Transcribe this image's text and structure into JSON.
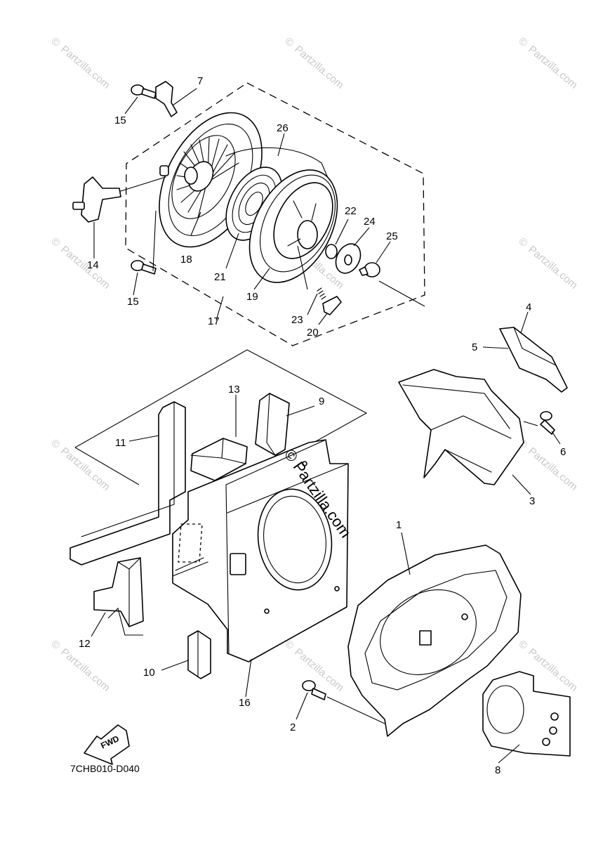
{
  "diagram_code": "7CHB010-D040",
  "fwd_label": "FWD",
  "watermark_text": "Partzilla.com",
  "watermark_symbol": "©",
  "callouts": {
    "c1": "1",
    "c2": "2",
    "c3": "3",
    "c4": "4",
    "c5": "5",
    "c6": "6",
    "c7": "7",
    "c8": "8",
    "c9": "9",
    "c10": "10",
    "c11": "11",
    "c12": "12",
    "c13": "13",
    "c14": "14",
    "c15a": "15",
    "c15b": "15",
    "c16": "16",
    "c17": "17",
    "c18": "18",
    "c19": "19",
    "c20": "20",
    "c21": "21",
    "c22": "22",
    "c23": "23",
    "c24": "24",
    "c25": "25",
    "c26": "26"
  }
}
